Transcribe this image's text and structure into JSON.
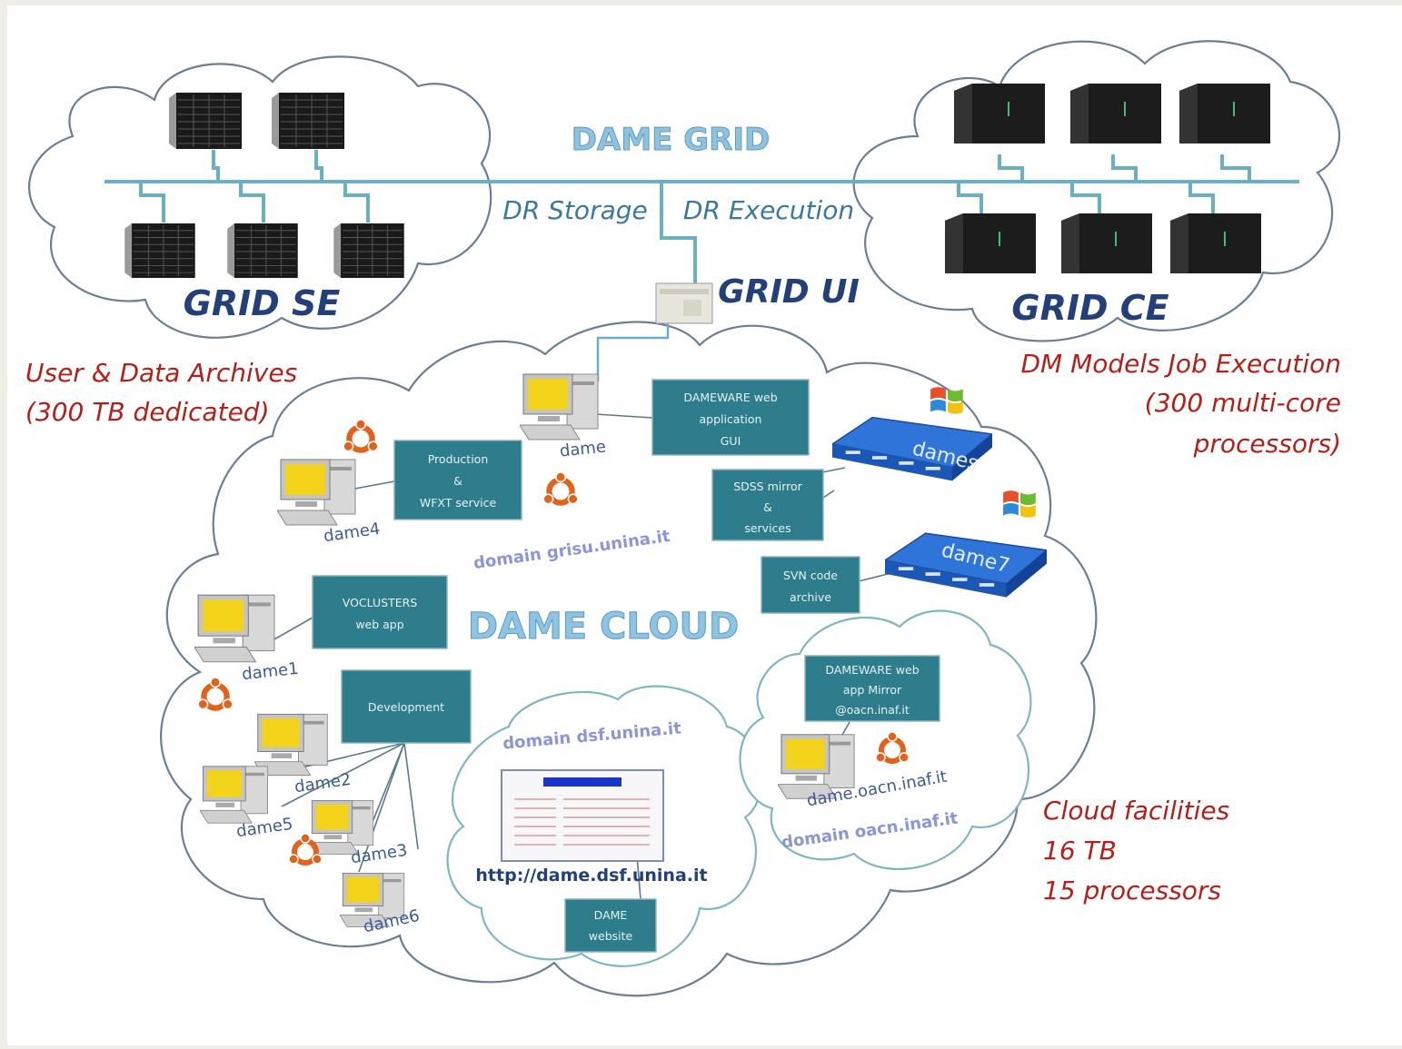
{
  "grid": {
    "title": "DAME GRID",
    "dr_storage": "DR Storage",
    "dr_execution": "DR Execution",
    "se_label": "GRID SE",
    "ce_label": "GRID CE",
    "ui_label": "GRID UI",
    "se_note_1": "User & Data Archives",
    "se_note_2": "(300 TB dedicated)",
    "ce_note_1": "DM Models Job Execution",
    "ce_note_2": "(300 multi-core",
    "ce_note_3": "processors)"
  },
  "cloud": {
    "title": "DAME CLOUD",
    "domain_grisu": "domain grisu.unina.it",
    "domain_dsf": "domain dsf.unina.it",
    "domain_oacn": "domain oacn.inaf.it",
    "website_url": "http://dame.dsf.unina.it",
    "facilities_1": "Cloud facilities",
    "facilities_2": "16 TB",
    "facilities_3": "15 processors"
  },
  "services": {
    "dameware_gui": [
      "DAMEWARE web",
      "application",
      "GUI"
    ],
    "production": [
      "Production",
      "&",
      "WFXT service"
    ],
    "sdss": [
      "SDSS mirror",
      "&",
      "services"
    ],
    "svn": [
      "SVN code",
      "archive"
    ],
    "voclusters": [
      "VOCLUSTERS",
      "web app"
    ],
    "development": [
      "Development"
    ],
    "mirror": [
      "DAMEWARE web",
      "app  Mirror",
      "@oacn.inaf.it"
    ],
    "website": [
      "DAME",
      "website"
    ]
  },
  "hosts": {
    "dame": "dame",
    "dame4": "dame4",
    "dame1": "dame1",
    "dame2": "dame2",
    "dame5": "dame5",
    "dame3": "dame3",
    "dame6": "dame6",
    "oacn": "dame.oacn.inaf.it",
    "rack_dames": "dames",
    "rack_dame7": "dame7"
  },
  "colors": {
    "grid_line": "#6aafc4",
    "box": "#2d7d8c",
    "red_text": "#b51f17",
    "dark_text": "#24407a",
    "domain_text": "#8a96d8"
  }
}
